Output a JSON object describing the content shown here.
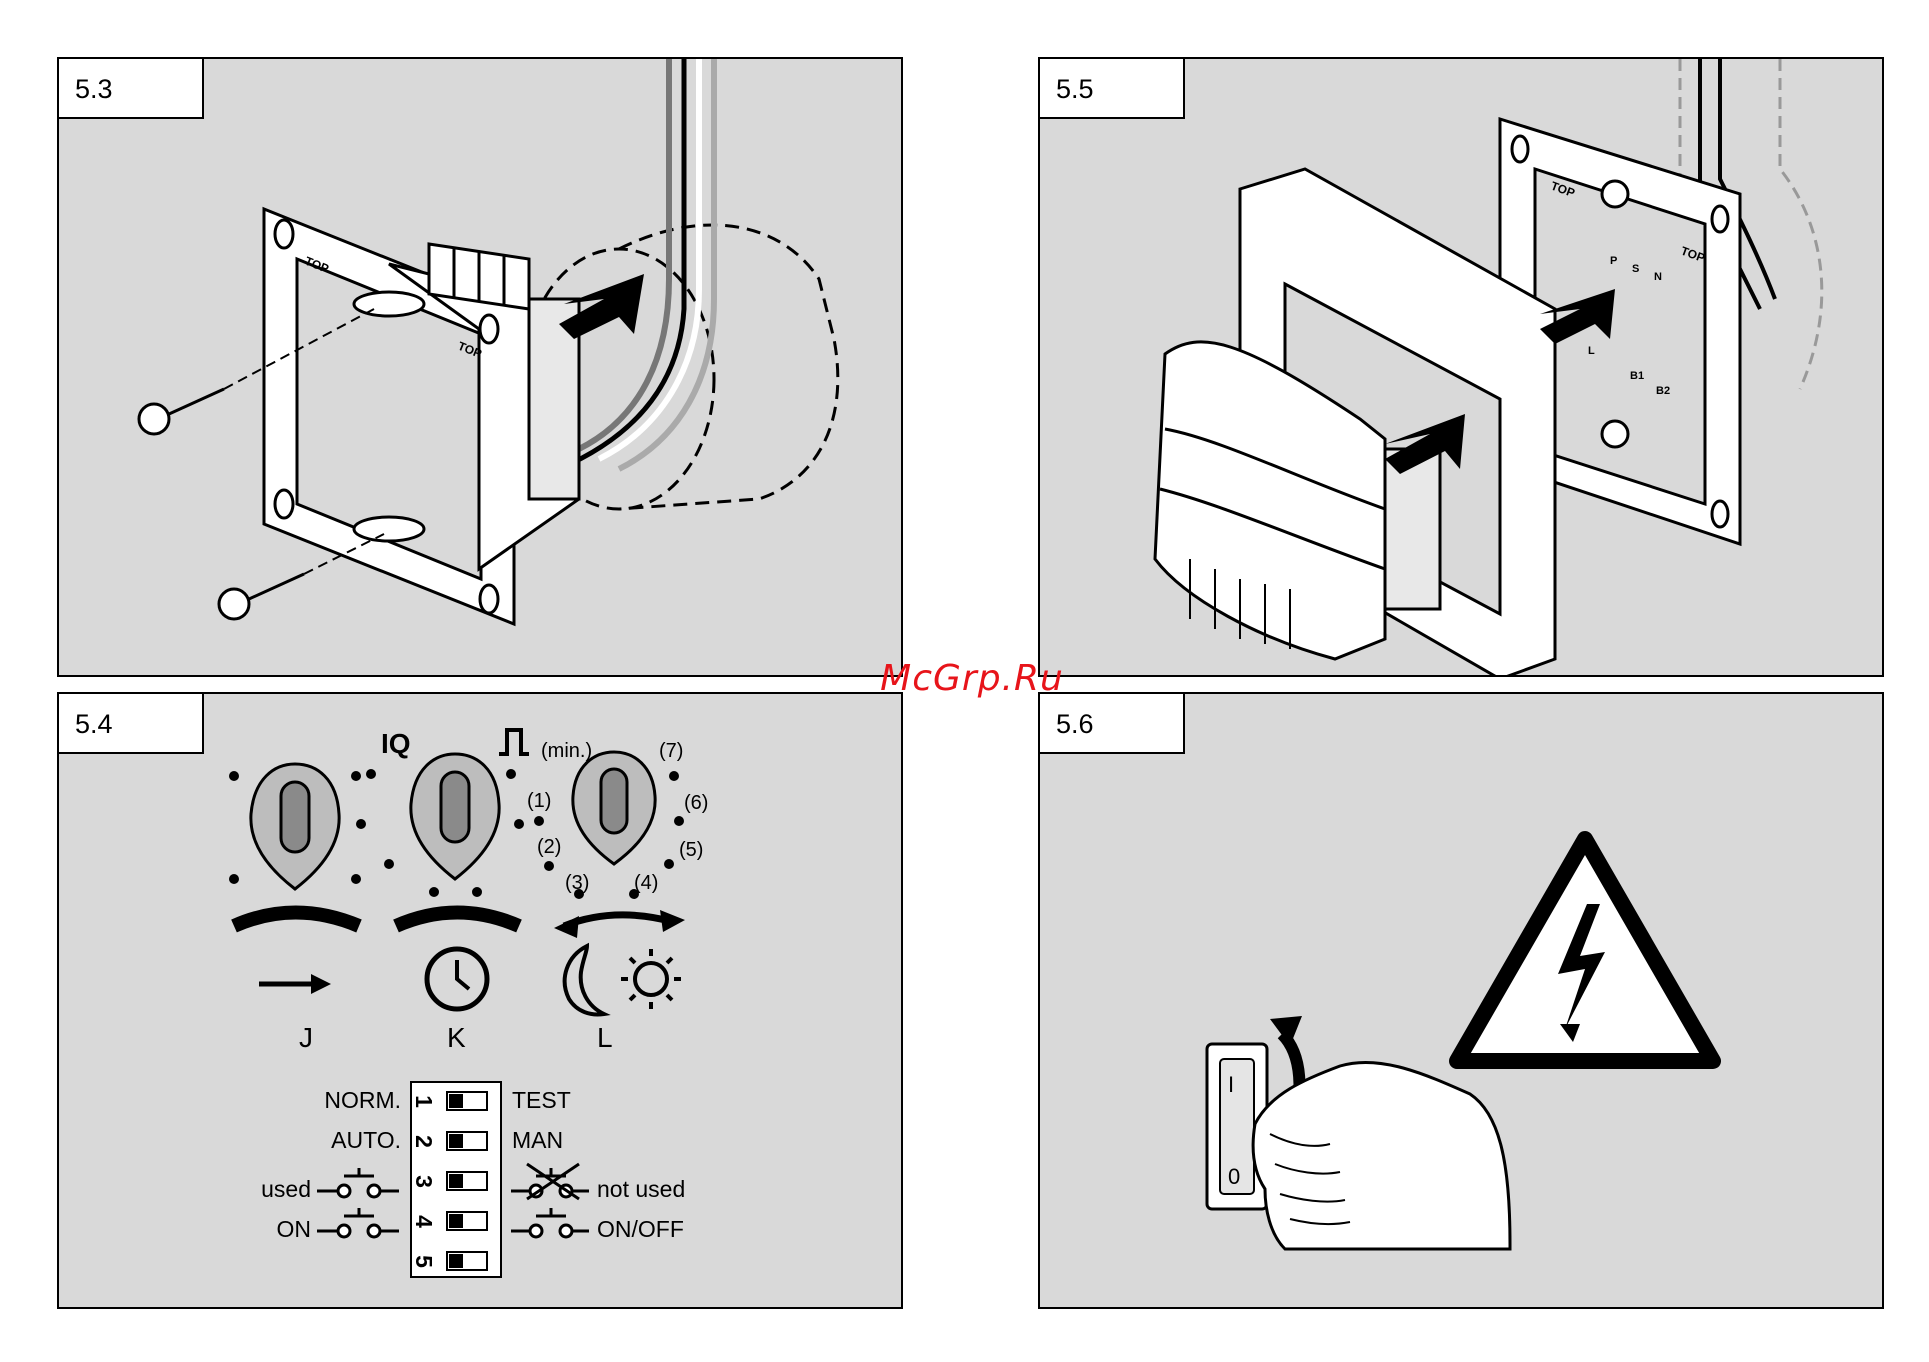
{
  "watermark": "McGrp.Ru",
  "panels": {
    "p53": {
      "label": "5.3",
      "top_marks": [
        "TOP",
        "TOP"
      ]
    },
    "p55": {
      "label": "5.5",
      "top_marks": [
        "TOP",
        "TOP"
      ],
      "terminals": [
        "P",
        "S",
        "N",
        "L",
        "B1",
        "B2"
      ]
    },
    "p54": {
      "label": "5.4",
      "iq_label": "IQ",
      "pulse_label": "(min.)",
      "time_steps": [
        "(1)",
        "(2)",
        "(3)",
        "(4)",
        "(5)",
        "(6)",
        "(7)"
      ],
      "dial_letters": [
        "J",
        "K",
        "L"
      ],
      "switches": [
        {
          "num": "1",
          "left": "NORM.",
          "right": "TEST"
        },
        {
          "num": "2",
          "left": "AUTO.",
          "right": "MAN"
        },
        {
          "num": "3",
          "left": "used",
          "right": "not used"
        },
        {
          "num": "4",
          "left": "ON",
          "right": "ON/OFF"
        },
        {
          "num": "5",
          "left": "",
          "right": ""
        }
      ]
    },
    "p56": {
      "label": "5.6",
      "breaker_marks": [
        "I",
        "0"
      ]
    }
  }
}
